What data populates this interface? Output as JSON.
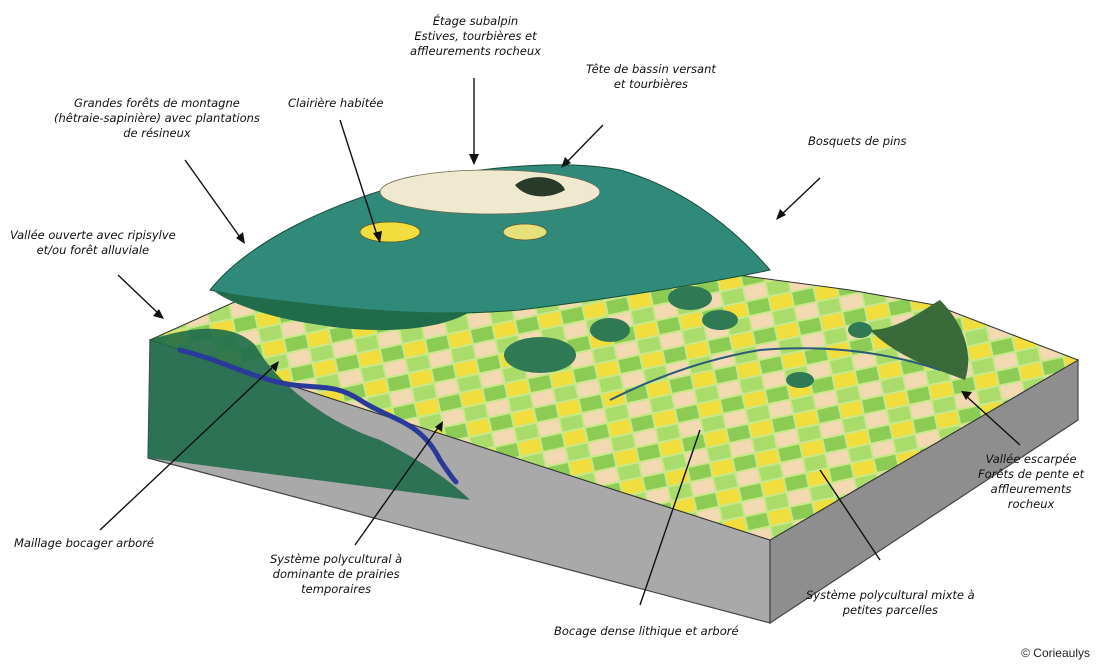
{
  "labels": {
    "subalpin": [
      "Étage subalpin",
      "Estives, tourbières et",
      "affleurements rocheux"
    ],
    "tete_bassin": [
      "Tête de bassin versant",
      "et tourbières"
    ],
    "clairiere": [
      "Clairière habitée"
    ],
    "grandes_forets": [
      "Grandes forêts de montagne",
      "(hêtraie-sapinière) avec plantations",
      "de résineux"
    ],
    "bosquets": [
      "Bosquets de pins"
    ],
    "vallee_ouverte": [
      "Vallée ouverte avec ripisylve",
      "et/ou forêt alluviale"
    ],
    "vallee_escarpee": [
      "Vallée escarpée",
      "Forêts de pente et",
      "affleurements",
      "rocheux"
    ],
    "maillage": [
      "Maillage bocager arboré"
    ],
    "polycultural_prairies": [
      "Système polycultural à",
      "dominante de prairies",
      "temporaires"
    ],
    "polycultural_mixte": [
      "Système polycultural mixte à",
      "petites parcelles"
    ],
    "bocage_dense": [
      "Bocage dense lithique et arboré"
    ]
  },
  "credit": "© Corieaulys",
  "colors": {
    "ground_side": "#a9a9a9",
    "ground_front": "#8e8e8e",
    "forest_dark": "#1f6b4a",
    "forest_teal": "#2f8a7a",
    "meadow_light": "#c9e88a",
    "meadow_green": "#8ccc55",
    "field_yellow": "#f1dd3c",
    "field_peach": "#f3d9b2",
    "river": "#2a3a9a",
    "subalpine": "#efe9cf"
  }
}
